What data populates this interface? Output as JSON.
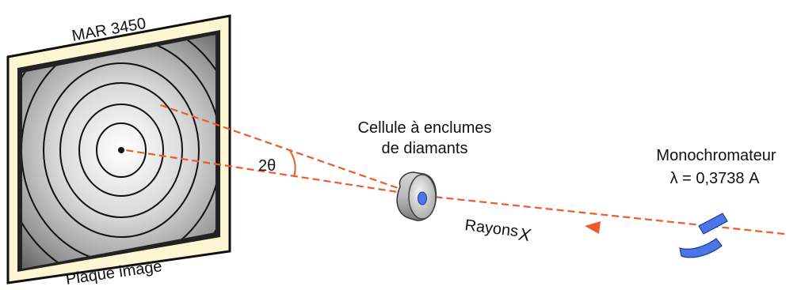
{
  "detector": {
    "model_label": "MAR 3450",
    "caption": "Plaque image"
  },
  "cell": {
    "label_line1": "Cellule à enclumes",
    "label_line2": "de diamants"
  },
  "monochromator": {
    "label": "Monochromateur",
    "wavelength_label": "λ = 0,3738 A"
  },
  "beam": {
    "label_main": "Rayons",
    "label_italic": "X"
  },
  "angle": {
    "label": "2θ"
  },
  "colors": {
    "beam": "#ef5a2a",
    "crystal": "#4a76e8",
    "frame_border": "#111111",
    "frame_fill": "#fdf6d2",
    "ring": "#111111"
  }
}
